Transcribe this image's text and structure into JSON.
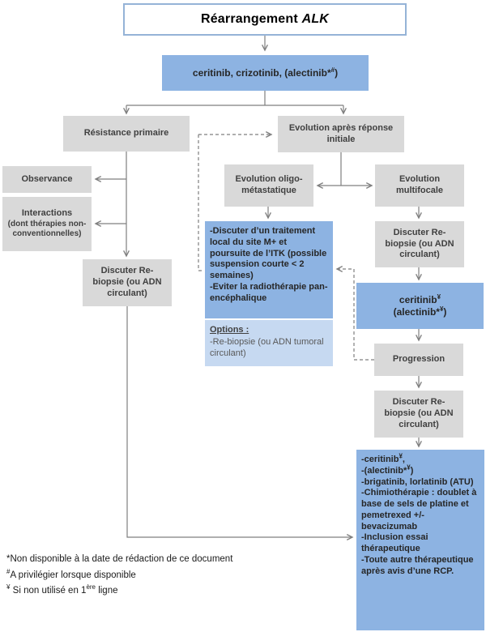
{
  "palette": {
    "node_blue": "#8db3e2",
    "node_light_blue": "#c6d9f1",
    "node_gray": "#d9d9d9",
    "title_border_blue": "#95b3d7",
    "connector_gray": "#7f7f7f"
  },
  "title": {
    "text": "Réarrangement ",
    "gene": "ALK"
  },
  "first_line_box": {
    "pre": "ceritinib, crizotinib, (alectinib*",
    "sup": "#",
    "post": ")"
  },
  "nodes": {
    "resistance": "Résistance primaire",
    "evolution_initiale": "Evolution après réponse initiale",
    "observance": "Observance",
    "interactions_main": "Interactions",
    "interactions_sub": "(dont thérapies non-conventionnelles)",
    "discuter_rebiopsie": "Discuter Re-biopsie (ou ADN circulant)",
    "oligo": "Evolution oligo-métastatique",
    "multifocale": "Evolution multifocale",
    "local_treatment": {
      "line1": "-Discuter d’un traitement local du site M+ et poursuite de l’ITK (possible suspension courte < 2 semaines)",
      "line2": "-Eviter la radiothérapie pan-encéphalique"
    },
    "options": {
      "heading": "Options :",
      "body": "-Re-biopsie (ou ADN tumoral circulant)"
    },
    "ceritinib_second_line": {
      "line1_pre": "ceritinib",
      "line1_sup": "¥",
      "line2_pre": "(alectinib*",
      "line2_sup": "¥",
      "line2_post": ")"
    },
    "progression": "Progression",
    "final_options": {
      "item1_pre": "-ceritinib",
      "item1_sup": "¥",
      "item1_post": ",",
      "item2_pre": "-(alectinib*",
      "item2_sup": "¥",
      "item2_post": ")",
      "item3": "-brigatinib, lorlatinib (ATU)",
      "item4": "-Chimiothérapie : doublet à base de sels de platine et pemetrexed +/- bevacizumab",
      "item5": "-Inclusion essai thérapeutique",
      "item6": "-Toute autre thérapeutique après avis d’une RCP."
    }
  },
  "footnotes": {
    "line1": "*Non disponible à la date de rédaction de ce document",
    "line2_sup": "#",
    "line2_text": "A privilégier lorsque disponible",
    "line3_sup": "¥",
    "line3_text": " Si non utilisé en 1",
    "line3_sup2": "ère",
    "line3_post": " ligne"
  }
}
